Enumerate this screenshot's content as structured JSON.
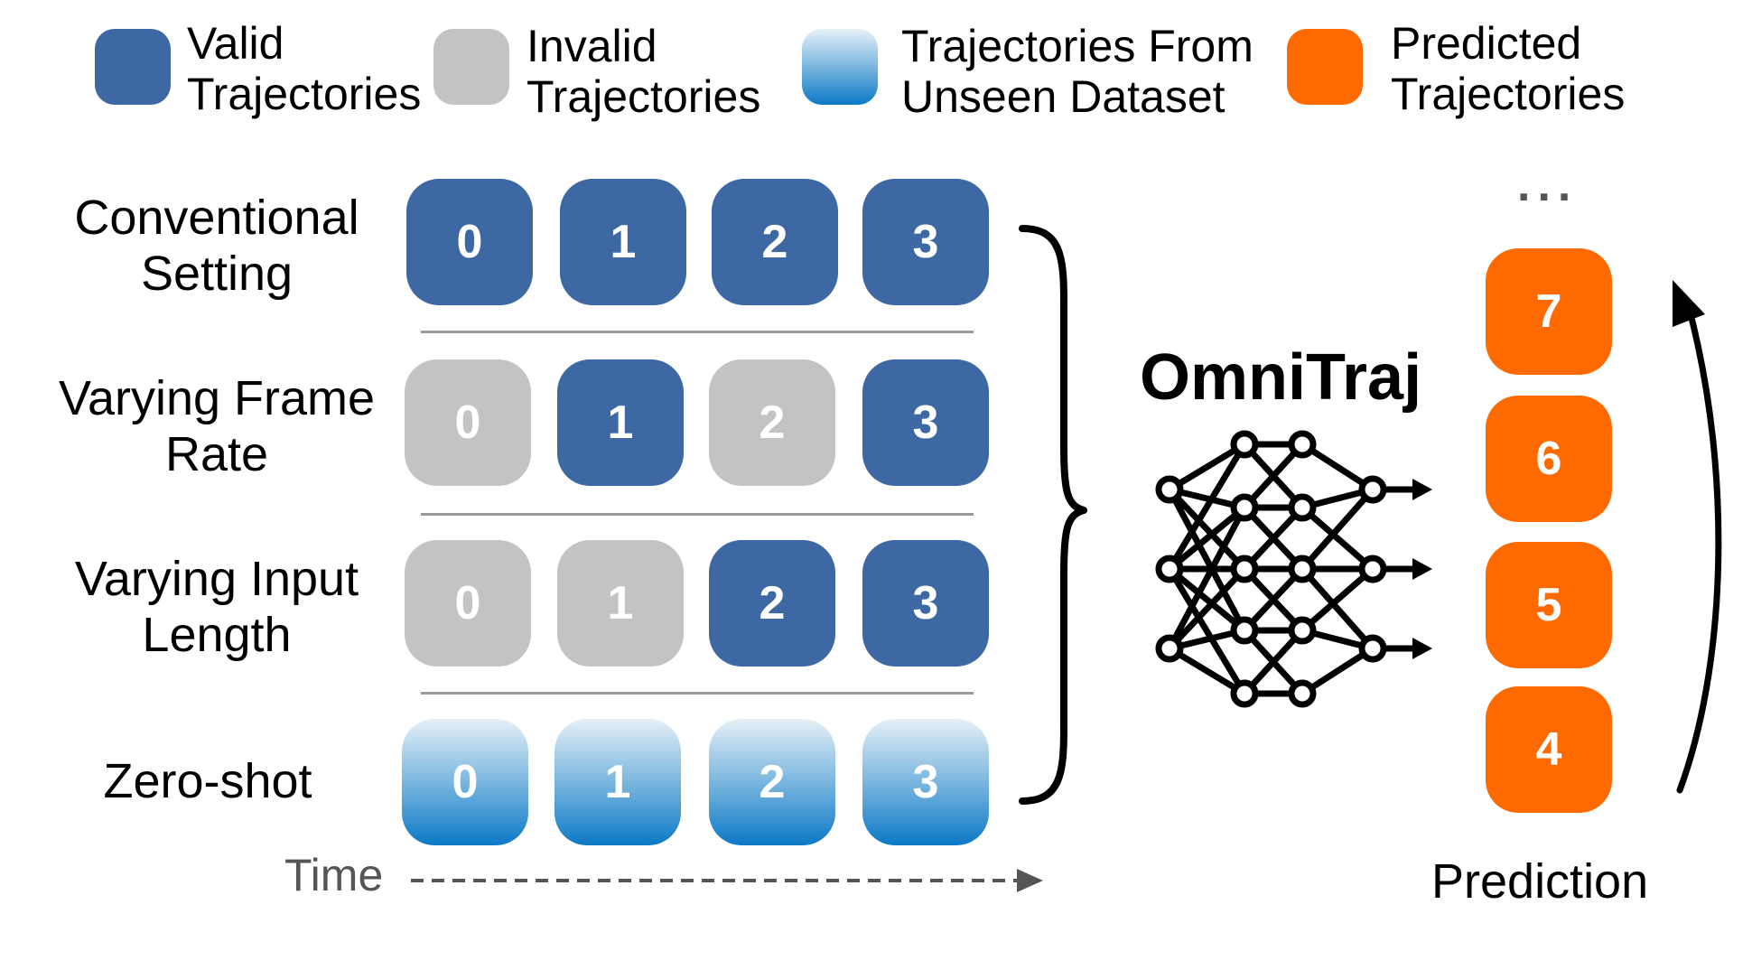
{
  "legend": [
    {
      "key": "valid",
      "label": "Valid\nTrajectories",
      "color": "#3d68a3"
    },
    {
      "key": "invalid",
      "label": "Invalid\nTrajectories",
      "color": "#c3c3c3"
    },
    {
      "key": "unseen",
      "label": "Trajectories From\nUnseen Dataset",
      "color": "#0b79c6"
    },
    {
      "key": "predicted",
      "label": "Predicted\nTrajectories",
      "color": "#ff6a00"
    }
  ],
  "rows": [
    {
      "label": "Conventional\nSetting",
      "cells": [
        {
          "n": "0",
          "kind": "valid"
        },
        {
          "n": "1",
          "kind": "valid"
        },
        {
          "n": "2",
          "kind": "valid"
        },
        {
          "n": "3",
          "kind": "valid"
        }
      ]
    },
    {
      "label": "Varying Frame\nRate",
      "cells": [
        {
          "n": "0",
          "kind": "invalid"
        },
        {
          "n": "1",
          "kind": "valid"
        },
        {
          "n": "2",
          "kind": "invalid"
        },
        {
          "n": "3",
          "kind": "valid"
        }
      ]
    },
    {
      "label": "Varying Input\nLength",
      "cells": [
        {
          "n": "0",
          "kind": "invalid"
        },
        {
          "n": "1",
          "kind": "invalid"
        },
        {
          "n": "2",
          "kind": "valid"
        },
        {
          "n": "3",
          "kind": "valid"
        }
      ]
    },
    {
      "label": "Zero-shot",
      "cells": [
        {
          "n": "0",
          "kind": "unseen"
        },
        {
          "n": "1",
          "kind": "unseen"
        },
        {
          "n": "2",
          "kind": "unseen"
        },
        {
          "n": "3",
          "kind": "unseen"
        }
      ]
    }
  ],
  "model": {
    "title": "OmniTraj",
    "icon": "neural-network-icon"
  },
  "prediction": {
    "label": "Prediction",
    "ellipsis": "...",
    "steps": [
      "7",
      "6",
      "5",
      "4"
    ]
  },
  "time": {
    "label": "Time"
  }
}
